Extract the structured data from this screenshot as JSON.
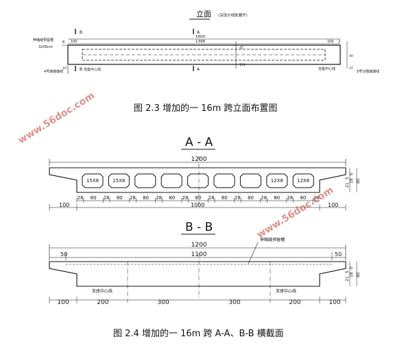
{
  "elevation": {
    "title": "立面",
    "title_note": "(沿设计线处展开)",
    "section_a": "A",
    "section_b": "B",
    "dim_total": "1600",
    "dim_inner": "1398",
    "dim_left": "100",
    "dim_right_a": "100",
    "dim_right_b": "2",
    "dim_left_small": "8",
    "dim_top_ctr": "45",
    "dim_bot_ctr": "151",
    "dim_right_side": "40",
    "dim_right_bottom": "37",
    "dim_left_bottom": "10",
    "left_label_1": "伸缩缝预留槽",
    "left_label_2": "32X8cm",
    "left_label_3": "4号墩墩端线",
    "center_line": "支座中心线",
    "right_label_1": "支座中心线",
    "right_label_2": "5号分隔墩端线",
    "caption": "图 2.3  增加的一 16m 跨立面布置图"
  },
  "section_aa": {
    "title": "A - A",
    "dim_total": "1200",
    "cell_labels": [
      "15X8",
      "15X8",
      "",
      "",
      "",
      "",
      "",
      "12X8",
      "12X8"
    ],
    "bottom_dims": [
      "28",
      "80",
      "28",
      "80",
      "28",
      "80",
      "28",
      "80",
      "28",
      "80",
      "28",
      "80",
      "28",
      "80",
      "28",
      "80",
      "28",
      "80",
      "28"
    ],
    "dim_left": "100",
    "dim_mid": "1000",
    "dim_right": "100",
    "right_dims": [
      "5",
      "21",
      "0",
      "18",
      "80"
    ]
  },
  "section_bb": {
    "title": "B - B",
    "dim_total": "1200",
    "dim_inner": "1100",
    "dim_left_top": "50",
    "dim_right_top": "50",
    "groove_label": "伸缩缝预留槽",
    "center_left": "支座中心线",
    "center_right": "支座中心线",
    "bottom_dims": [
      "100",
      "200",
      "300",
      "300",
      "200",
      "100"
    ],
    "right_dims": [
      "5",
      "21",
      "0",
      "18",
      "80"
    ]
  },
  "watermark": "www.56doc.com",
  "caption2": "图 2.4  增加的一 16m 跨 A-A、B-B 横截面"
}
